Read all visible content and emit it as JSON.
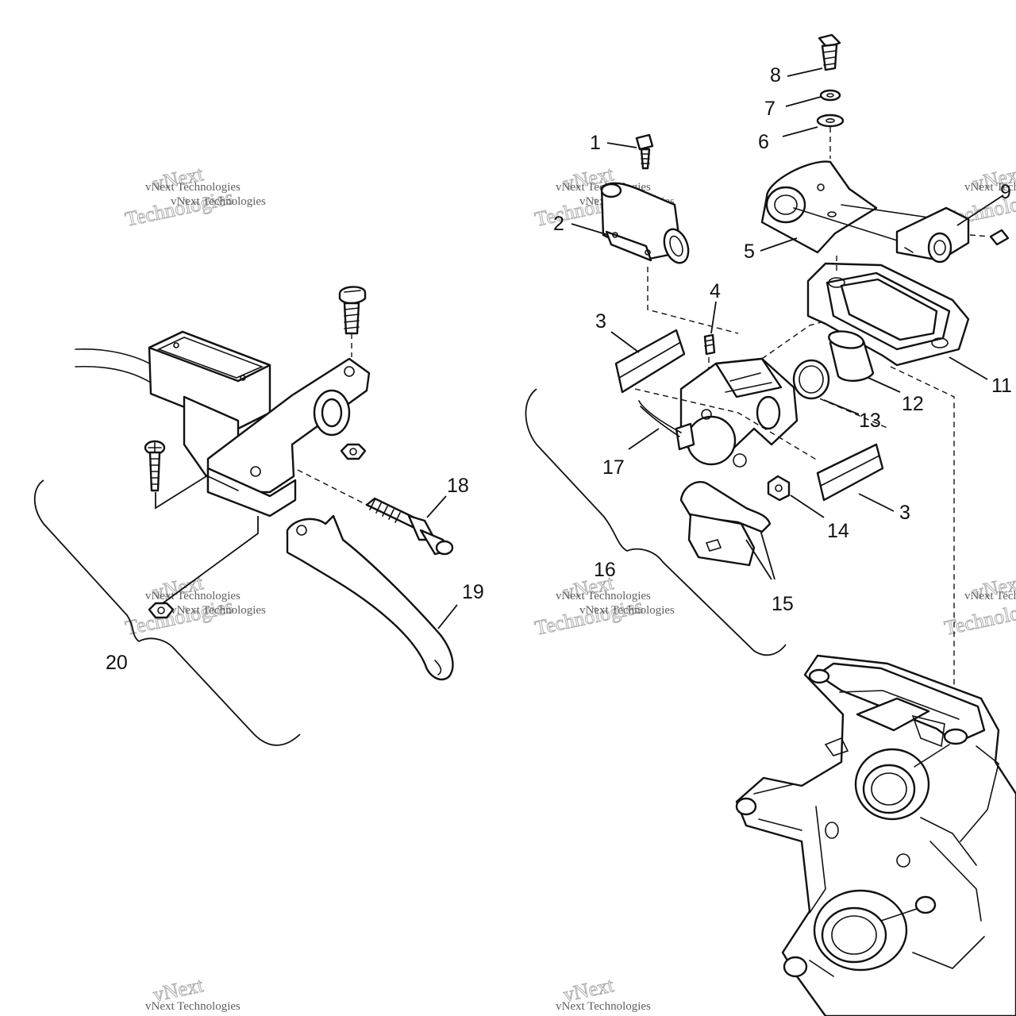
{
  "callouts": {
    "n1": "1",
    "n2": "2",
    "n3a": "3",
    "n3b": "3",
    "n4": "4",
    "n5": "5",
    "n6": "6",
    "n7": "7",
    "n8": "8",
    "n9": "9",
    "n11": "11",
    "n12": "12",
    "n13": "13",
    "n14": "14",
    "n15": "15",
    "n16": "16",
    "n17": "17",
    "n18": "18",
    "n19": "19",
    "n20": "20"
  },
  "watermark": {
    "brand_line1": "vNext",
    "brand_line2": "vNext Technologies",
    "brand_line3": "Technologies",
    "brand_line4": "vNext Technologies"
  }
}
